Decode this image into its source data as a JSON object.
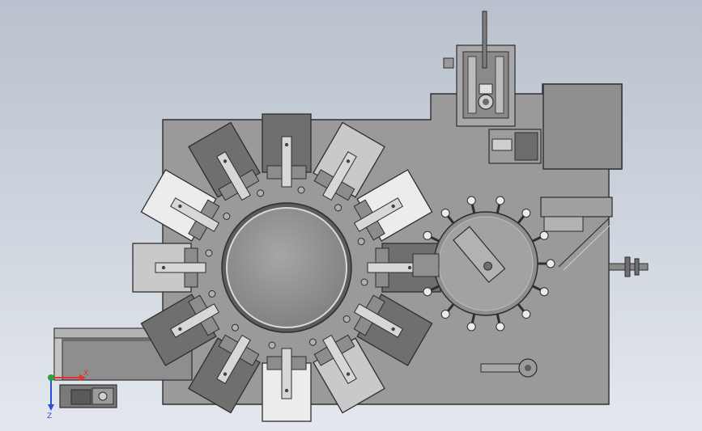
{
  "view": {
    "background_top": "#b8c1cd",
    "background_bottom": "#e4e8ee"
  },
  "colors": {
    "frame_fill": "#9a9a9a",
    "frame_stroke": "#2e2e2e",
    "plate_dark": "#6f6f6f",
    "plate_mid": "#8c8c8c",
    "plate_light": "#c9c9c9",
    "plate_white": "#ececec",
    "accent_red": "#e8322a",
    "accent_green": "#2aa33a",
    "accent_blue": "#2a4fd8"
  },
  "stations": {
    "count": 12,
    "style_cycle": [
      "dark",
      "light",
      "white",
      "dark"
    ]
  },
  "dial_table": {
    "cup_count": 14
  },
  "triad": {
    "x_label": "X",
    "z_label": "Z",
    "x_icon": "axis-x-arrow-icon",
    "z_icon": "axis-z-arrow-icon",
    "origin_icon": "axis-origin-icon"
  }
}
